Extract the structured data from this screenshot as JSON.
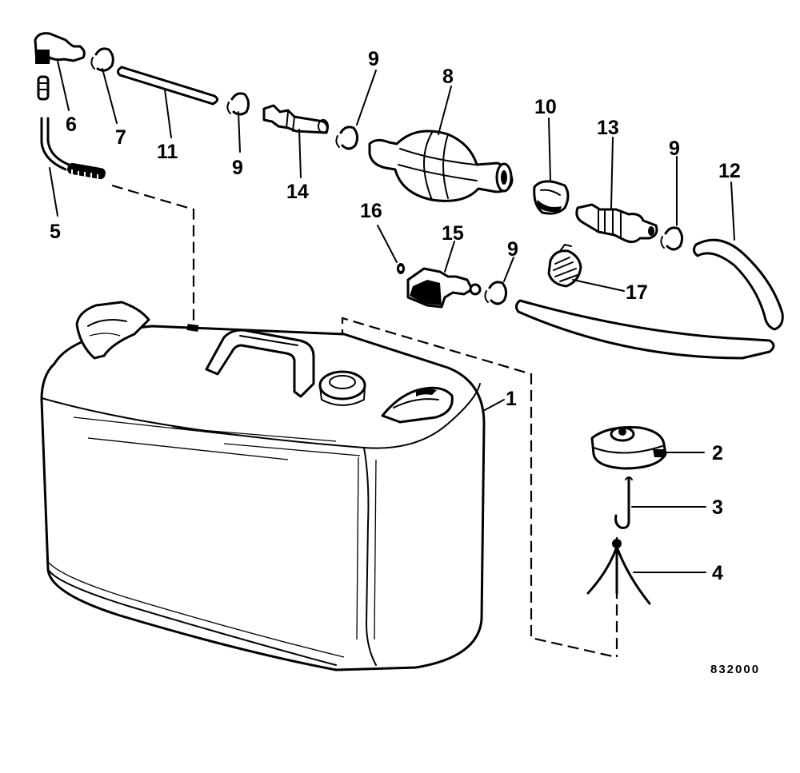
{
  "callouts": {
    "c1": "1",
    "c2": "2",
    "c3": "3",
    "c4": "4",
    "c5": "5",
    "c6": "6",
    "c7": "7",
    "c8": "8",
    "c9a": "9",
    "c9b": "9",
    "c9c": "9",
    "c9d": "9",
    "c10": "10",
    "c11": "11",
    "c12": "12",
    "c13": "13",
    "c14": "14",
    "c15": "15",
    "c16": "16",
    "c17": "17"
  },
  "figure_code": "832000"
}
